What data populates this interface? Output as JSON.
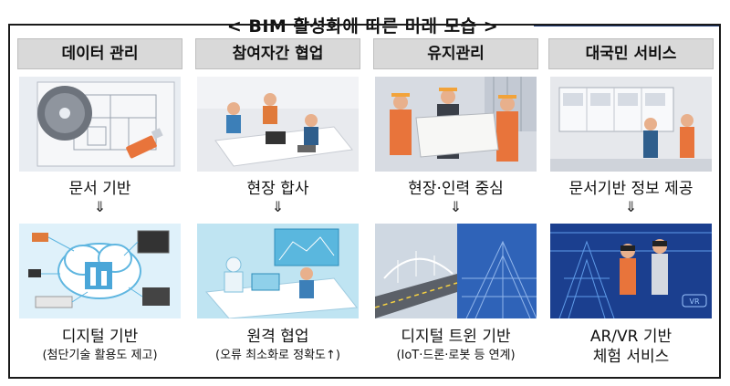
{
  "title": "< BIM 활성화에 따른 미래 모습 >",
  "columns": [
    {
      "header": "데이터 관리",
      "top_label": "문서 기반",
      "arrow": "⇓",
      "bottom_label_1": "디지털 기반",
      "bottom_label_2": "(첨단기술 활용도 제고)"
    },
    {
      "header": "참여자간 협업",
      "top_label": "현장 합사",
      "arrow": "⇓",
      "bottom_label_1": "원격 협업",
      "bottom_label_2": "(오류 최소화로 정확도↑)"
    },
    {
      "header": "유지관리",
      "top_label": "현장·인력 중심",
      "arrow": "⇓",
      "bottom_label_1": "디지털 트윈 기반",
      "bottom_label_2": "(IoT·드론·로봇 등 연계)"
    },
    {
      "header": "대국민 서비스",
      "top_label": "문서기반 정보 제공",
      "arrow": "⇓",
      "bottom_label_1": "AR/VR 기반",
      "bottom_label_2": "체험 서비스"
    }
  ],
  "vr_badge": "VR"
}
